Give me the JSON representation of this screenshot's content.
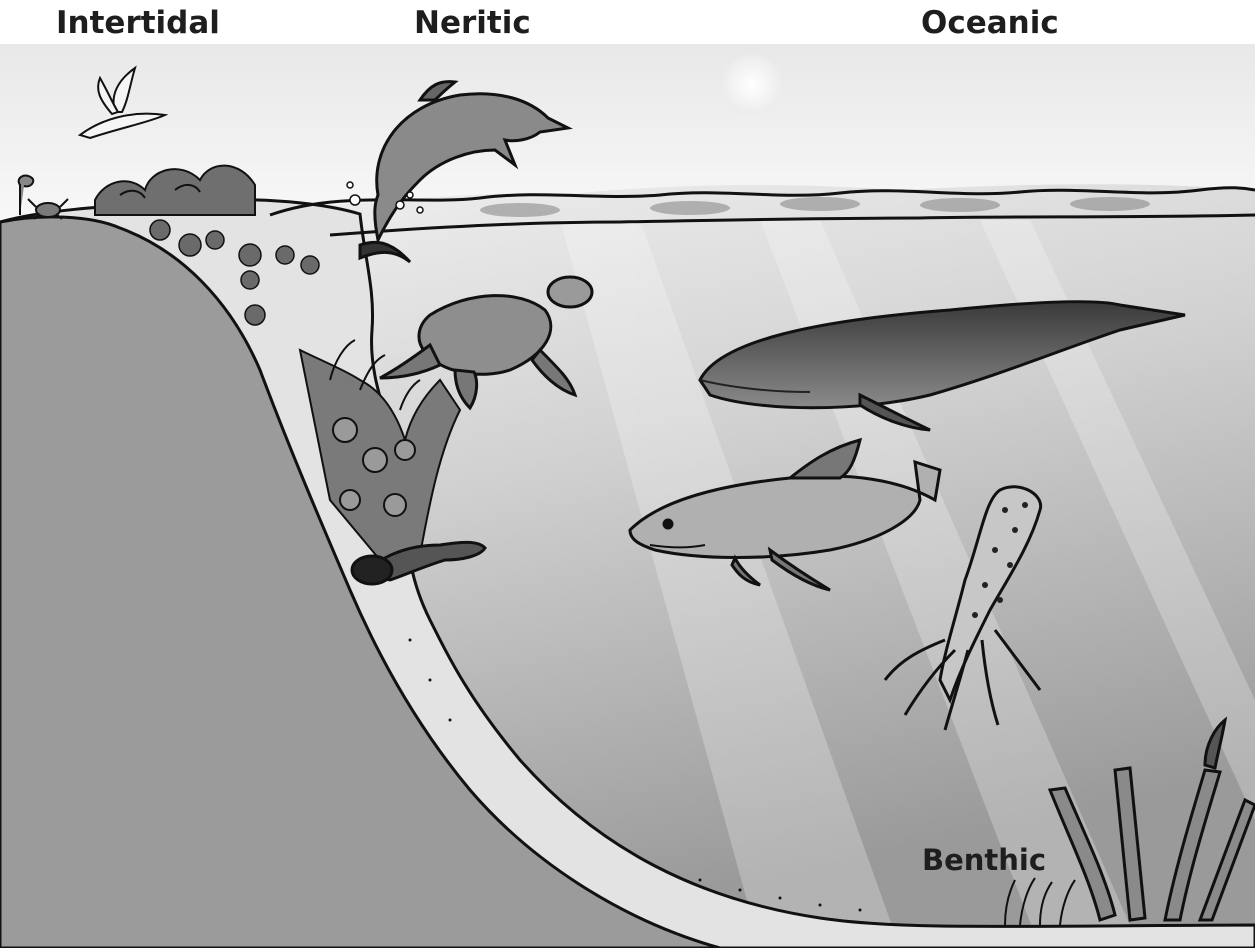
{
  "zones": {
    "intertidal": "Intertidal",
    "neritic": "Neritic",
    "oceanic": "Oceanic",
    "benthic": "Benthic"
  },
  "illustration": {
    "style": "grayscale hand-drawn cross-section of ocean zones",
    "colors": {
      "land": "#9b9b9b",
      "shelf": "#e6e6e6",
      "water_light": "#f2f2f2",
      "water_dark": "#9c9c9c",
      "outline": "#111111"
    },
    "organisms": [
      "bird",
      "dolphin",
      "crab",
      "sea-turtle",
      "coral-reef",
      "moray-eel",
      "whale",
      "shark",
      "squid",
      "tube-worms",
      "sea-plants"
    ]
  }
}
